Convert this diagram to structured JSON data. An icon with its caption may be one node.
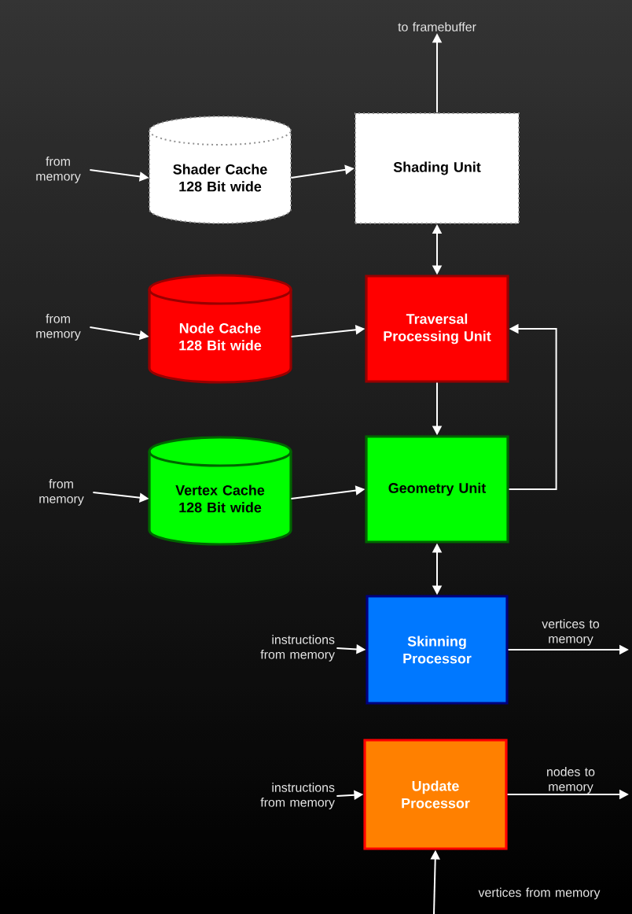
{
  "diagram": {
    "nodes": [
      {
        "text": [
          "from memory"
        ]
      },
      {
        "text": [
          "Shader Cache 128 Bit wide"
        ]
      },
      {
        "text": [
          "Shading Unit"
        ]
      },
      {
        "text": [
          "to framebuffer"
        ]
      },
      {
        "text": [
          "from memory"
        ]
      },
      {
        "text": [
          "Node Cache 128 Bit wide"
        ]
      },
      {
        "text": [
          "Traversal Processing Unit"
        ]
      },
      {
        "text": [
          "from memory"
        ]
      },
      {
        "text": [
          "Vertex Cache 128 Bit wide"
        ]
      },
      {
        "text": [
          "Geometry Unit"
        ]
      },
      {
        "text": [
          "instructions from memory"
        ]
      },
      {
        "text": [
          "Skinning Processor"
        ]
      },
      {
        "text": [
          "instructions from memory"
        ]
      },
      {
        "text": [
          "Update Processor"
        ]
      }
    ],
    "edges": [
      {
        "from": 0,
        "to": 1,
        "arrow": "to"
      },
      {
        "from": 1,
        "to": 2,
        "arrow": "to"
      },
      {
        "from": 2,
        "to": 3,
        "arrow": "to"
      },
      {
        "from": 2,
        "to": 6,
        "arrow": "both"
      },
      {
        "from": 4,
        "to": 5,
        "arrow": "to"
      },
      {
        "from": 5,
        "to": 6,
        "arrow": "to"
      },
      {
        "from": 6,
        "to": 9,
        "arrow": "to"
      },
      {
        "from": 9,
        "to": 6,
        "arrow": "to"
      },
      {
        "from": 7,
        "to": 8,
        "arrow": "to"
      },
      {
        "from": 8,
        "to": 9,
        "arrow": "to"
      },
      {
        "from": 9,
        "to": 11,
        "arrow": "both"
      },
      {
        "from": 10,
        "to": 11,
        "arrow": "to"
      },
      {
        "from": 11,
        "to": null,
        "arrow": "to",
        "label": "vertices to memory"
      },
      {
        "from": 12,
        "to": 13,
        "arrow": "to"
      },
      {
        "from": 13,
        "to": null,
        "arrow": "to",
        "label": "nodes to memory"
      },
      {
        "from": null,
        "to": 13,
        "arrow": "to",
        "label": "vertices from memory"
      }
    ]
  }
}
